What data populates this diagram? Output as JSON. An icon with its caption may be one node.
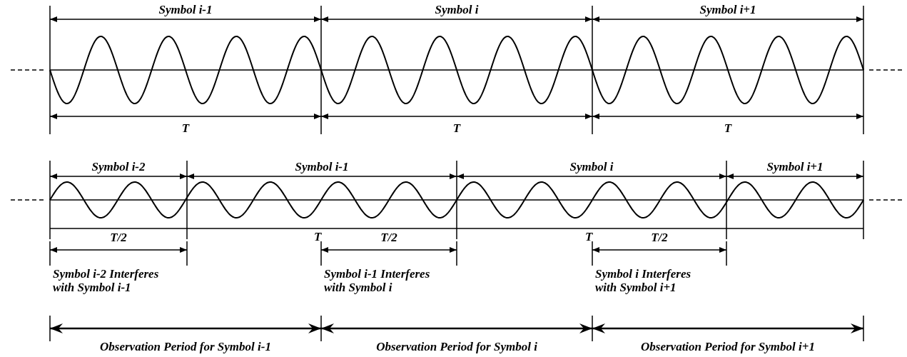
{
  "diagram": {
    "labels": [
      "Symbol i-1",
      "Symbol i",
      "Symbol i+1",
      "T",
      "T",
      "T",
      "Symbol i-2",
      "Symbol i-1",
      "Symbol i",
      "Symbol i+1",
      "T/2",
      "T",
      "T/2",
      "T",
      "T/2",
      "Symbol i-2 Interferes with Symbol i-1",
      "Symbol i-1 Interferes with Symbol i",
      "Symbol i Interferes with Symbol i+1",
      "Observation Period for Symbol i-1",
      "Observation Period for Symbol i",
      "Observation Period for Symbol i+1"
    ]
  }
}
